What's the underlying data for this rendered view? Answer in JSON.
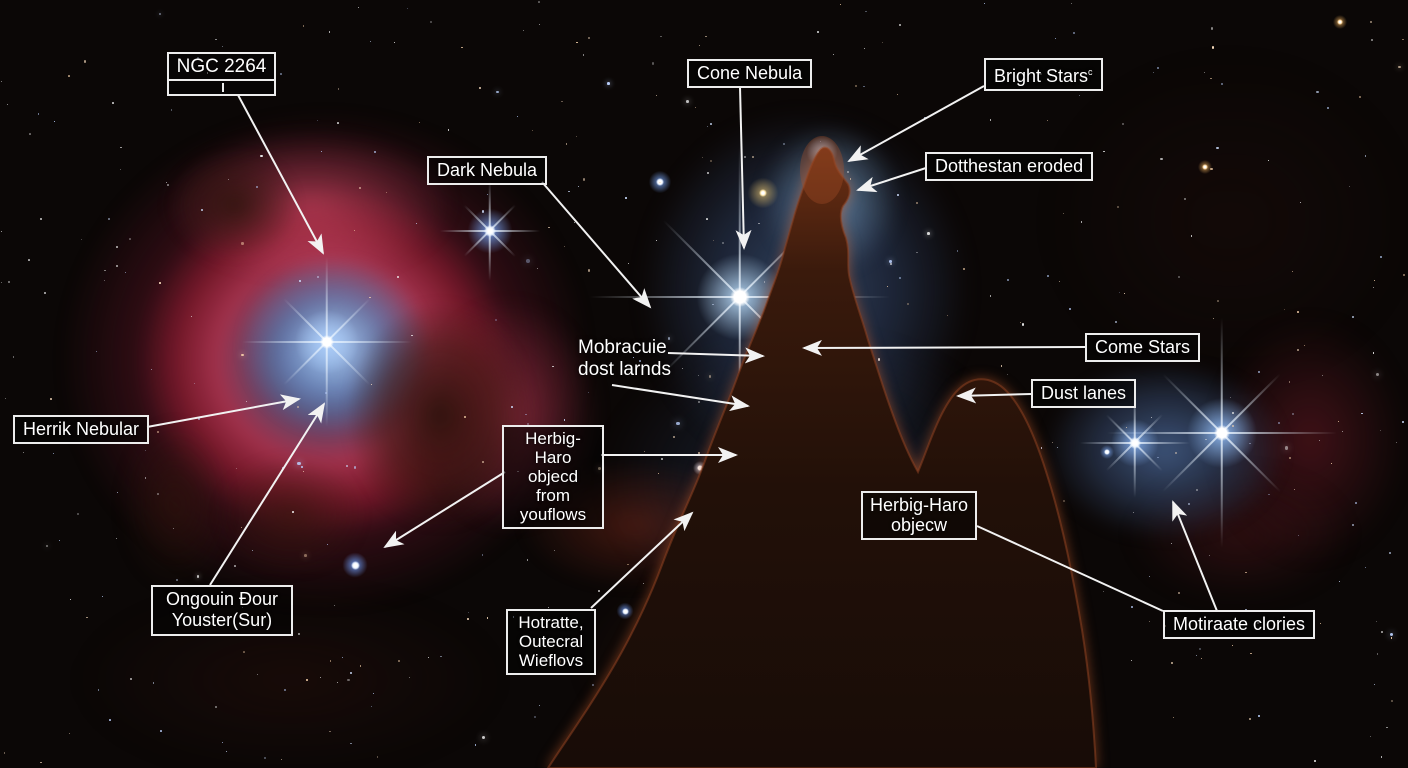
{
  "scene": {
    "subject": "annotated astrophoto of the Cone Nebula / NGC 2264 region",
    "colors": {
      "background": "#0b0706",
      "emission_nebula_red": "#c53550",
      "reflection_blue": "#7da5dc",
      "pillar_rim": "#8a4020",
      "annotation_stroke": "#ededed"
    }
  },
  "labels": {
    "ngc2264": {
      "text": "NGC 2264"
    },
    "cone_nebula": {
      "text": "Cone Nebula"
    },
    "bright_stars": {
      "text": "Bright Stars",
      "superscript": "c"
    },
    "dark_nebula": {
      "text": "Dark Nebula"
    },
    "dotthestan": {
      "text": "Dotthestan eroded"
    },
    "mobracuie": {
      "line1": "Mobracuie",
      "line2": "dost larnds"
    },
    "come_stars": {
      "text": "Come Stars"
    },
    "dust_lanes": {
      "text": "Dust lanes"
    },
    "herrik": {
      "text": "Herrik Nebular"
    },
    "hh_outflows": {
      "line1": "Herbig-Haro",
      "line2": "objecd from",
      "line3": "youflows"
    },
    "hh_object": {
      "line1": "Herbig-Haro",
      "line2": "objecw"
    },
    "ongouin": {
      "line1": "Ongouin Ɖour",
      "line2": "Youster(Sur)"
    },
    "hotratte": {
      "line1": "Hotratte,",
      "line2": "Outecral",
      "line3": "Wieflovs"
    },
    "motiraate": {
      "text": "Motiraate clories"
    }
  }
}
